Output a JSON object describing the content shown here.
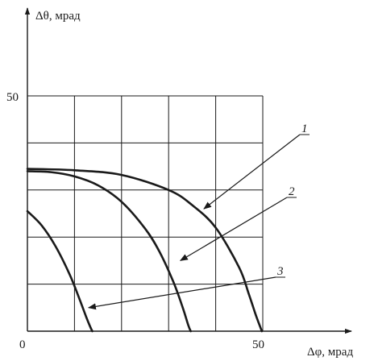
{
  "chart_data": {
    "type": "line",
    "xlabel": "Δφ, мрад",
    "ylabel": "Δθ, мрад",
    "xlim": [
      0,
      50
    ],
    "ylim": [
      0,
      50
    ],
    "grid": true,
    "xticks": [
      {
        "value": 0,
        "label": "0"
      },
      {
        "value": 50,
        "label": "50"
      }
    ],
    "yticks": [
      {
        "value": 50,
        "label": "50"
      }
    ],
    "series": [
      {
        "name": "1",
        "x": [
          0,
          10,
          20,
          30,
          35,
          40,
          45,
          47,
          48.5,
          49.5,
          49.8
        ],
        "y": [
          34.5,
          34.2,
          33.2,
          30,
          26.8,
          22,
          13.5,
          8,
          3.5,
          0.8,
          0
        ]
      },
      {
        "name": "2",
        "x": [
          0,
          5,
          10,
          15,
          20,
          25,
          28,
          31,
          33,
          34.2,
          34.7
        ],
        "y": [
          34,
          33.8,
          32.9,
          31,
          27.5,
          21.8,
          17,
          10.5,
          5,
          1.2,
          0
        ]
      },
      {
        "name": "3",
        "x": [
          0,
          3,
          6,
          9,
          11,
          12.5,
          13.4,
          13.8
        ],
        "y": [
          25.5,
          22.5,
          18,
          12,
          7,
          3,
          0.8,
          0
        ]
      }
    ],
    "annotations": [
      {
        "label": "1",
        "series": "1",
        "point_x": 37.5,
        "point_y": 26
      },
      {
        "label": "2",
        "series": "2",
        "point_x": 32.5,
        "point_y": 15
      },
      {
        "label": "3",
        "series": "3",
        "point_x": 13,
        "point_y": 5
      }
    ]
  }
}
